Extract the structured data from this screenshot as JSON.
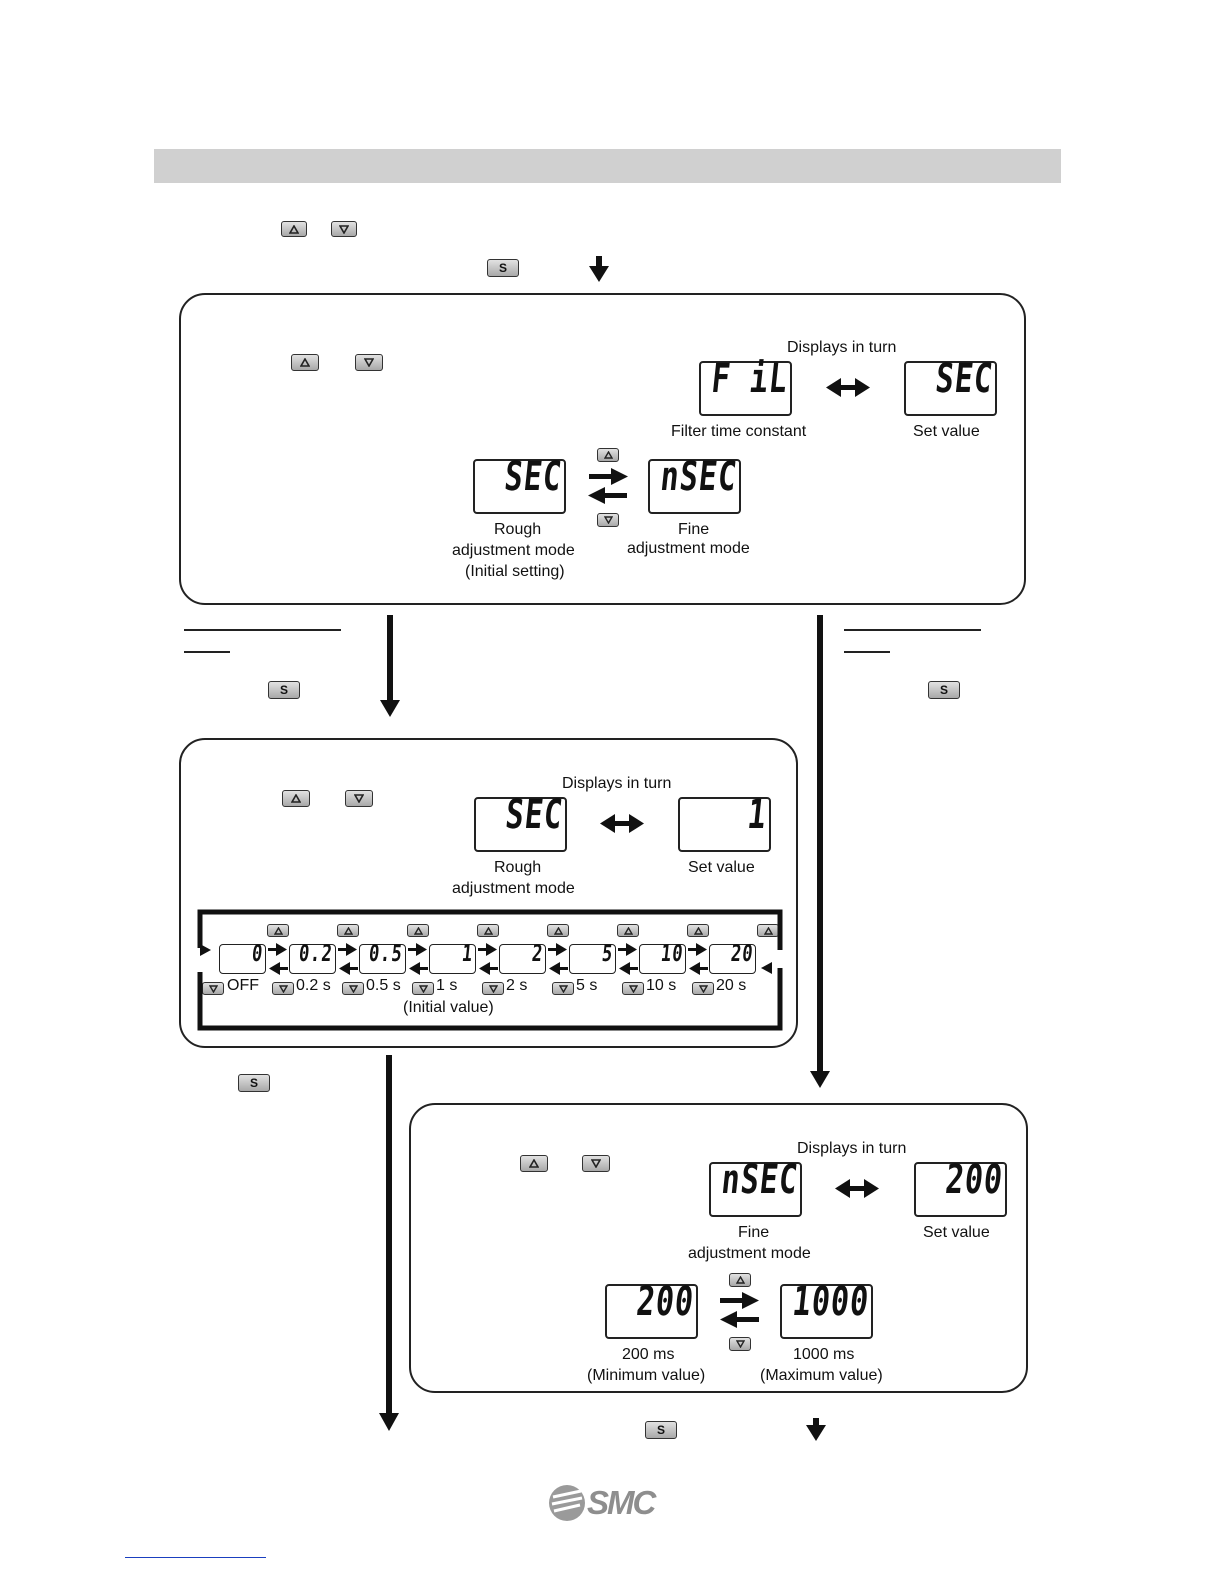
{
  "panel1": {
    "displays_in_turn": "Displays in turn",
    "lcd_fil": "F iL",
    "lcd_sec": "SEC",
    "filter_time_constant": "Filter time constant",
    "set_value": "Set value",
    "lcd_rough": "SEC",
    "lcd_fine": "nSEC",
    "rough_line1": "Rough",
    "rough_line2": "adjustment mode",
    "rough_line3": "(Initial setting)",
    "fine_line1": "Fine",
    "fine_line2": "adjustment mode"
  },
  "panel2": {
    "displays_in_turn": "Displays in turn",
    "lcd_sec": "SEC",
    "lcd_value": "1",
    "rough_line1": "Rough",
    "rough_line2": "adjustment mode",
    "set_value": "Set value",
    "cycle": [
      {
        "lcd": "0",
        "label": "OFF"
      },
      {
        "lcd": "0.2",
        "label": "0.2 s"
      },
      {
        "lcd": "0.5",
        "label": "0.5 s"
      },
      {
        "lcd": "1",
        "label": "1 s"
      },
      {
        "lcd": "2",
        "label": "2 s"
      },
      {
        "lcd": "5",
        "label": "5 s"
      },
      {
        "lcd": "10",
        "label": "10 s"
      },
      {
        "lcd": "20",
        "label": "20 s"
      }
    ],
    "initial_value": "(Initial value)"
  },
  "panel3": {
    "displays_in_turn": "Displays in turn",
    "lcd_fine": "nSEC",
    "lcd_value": "200",
    "fine_line1": "Fine",
    "fine_line2": "adjustment mode",
    "set_value": "Set value",
    "lcd_min": "200",
    "lcd_max": "1000",
    "min_line1": "200 ms",
    "min_line2": "(Minimum value)",
    "max_line1": "1000 ms",
    "max_line2": "(Maximum value)"
  },
  "buttons": {
    "up": "up-arrow",
    "down": "down-arrow",
    "set": "S"
  },
  "logo": "SMC",
  "colors": {
    "header_bar": "#d0d0d0",
    "ink": "#111111",
    "link": "#1a3fbf"
  }
}
